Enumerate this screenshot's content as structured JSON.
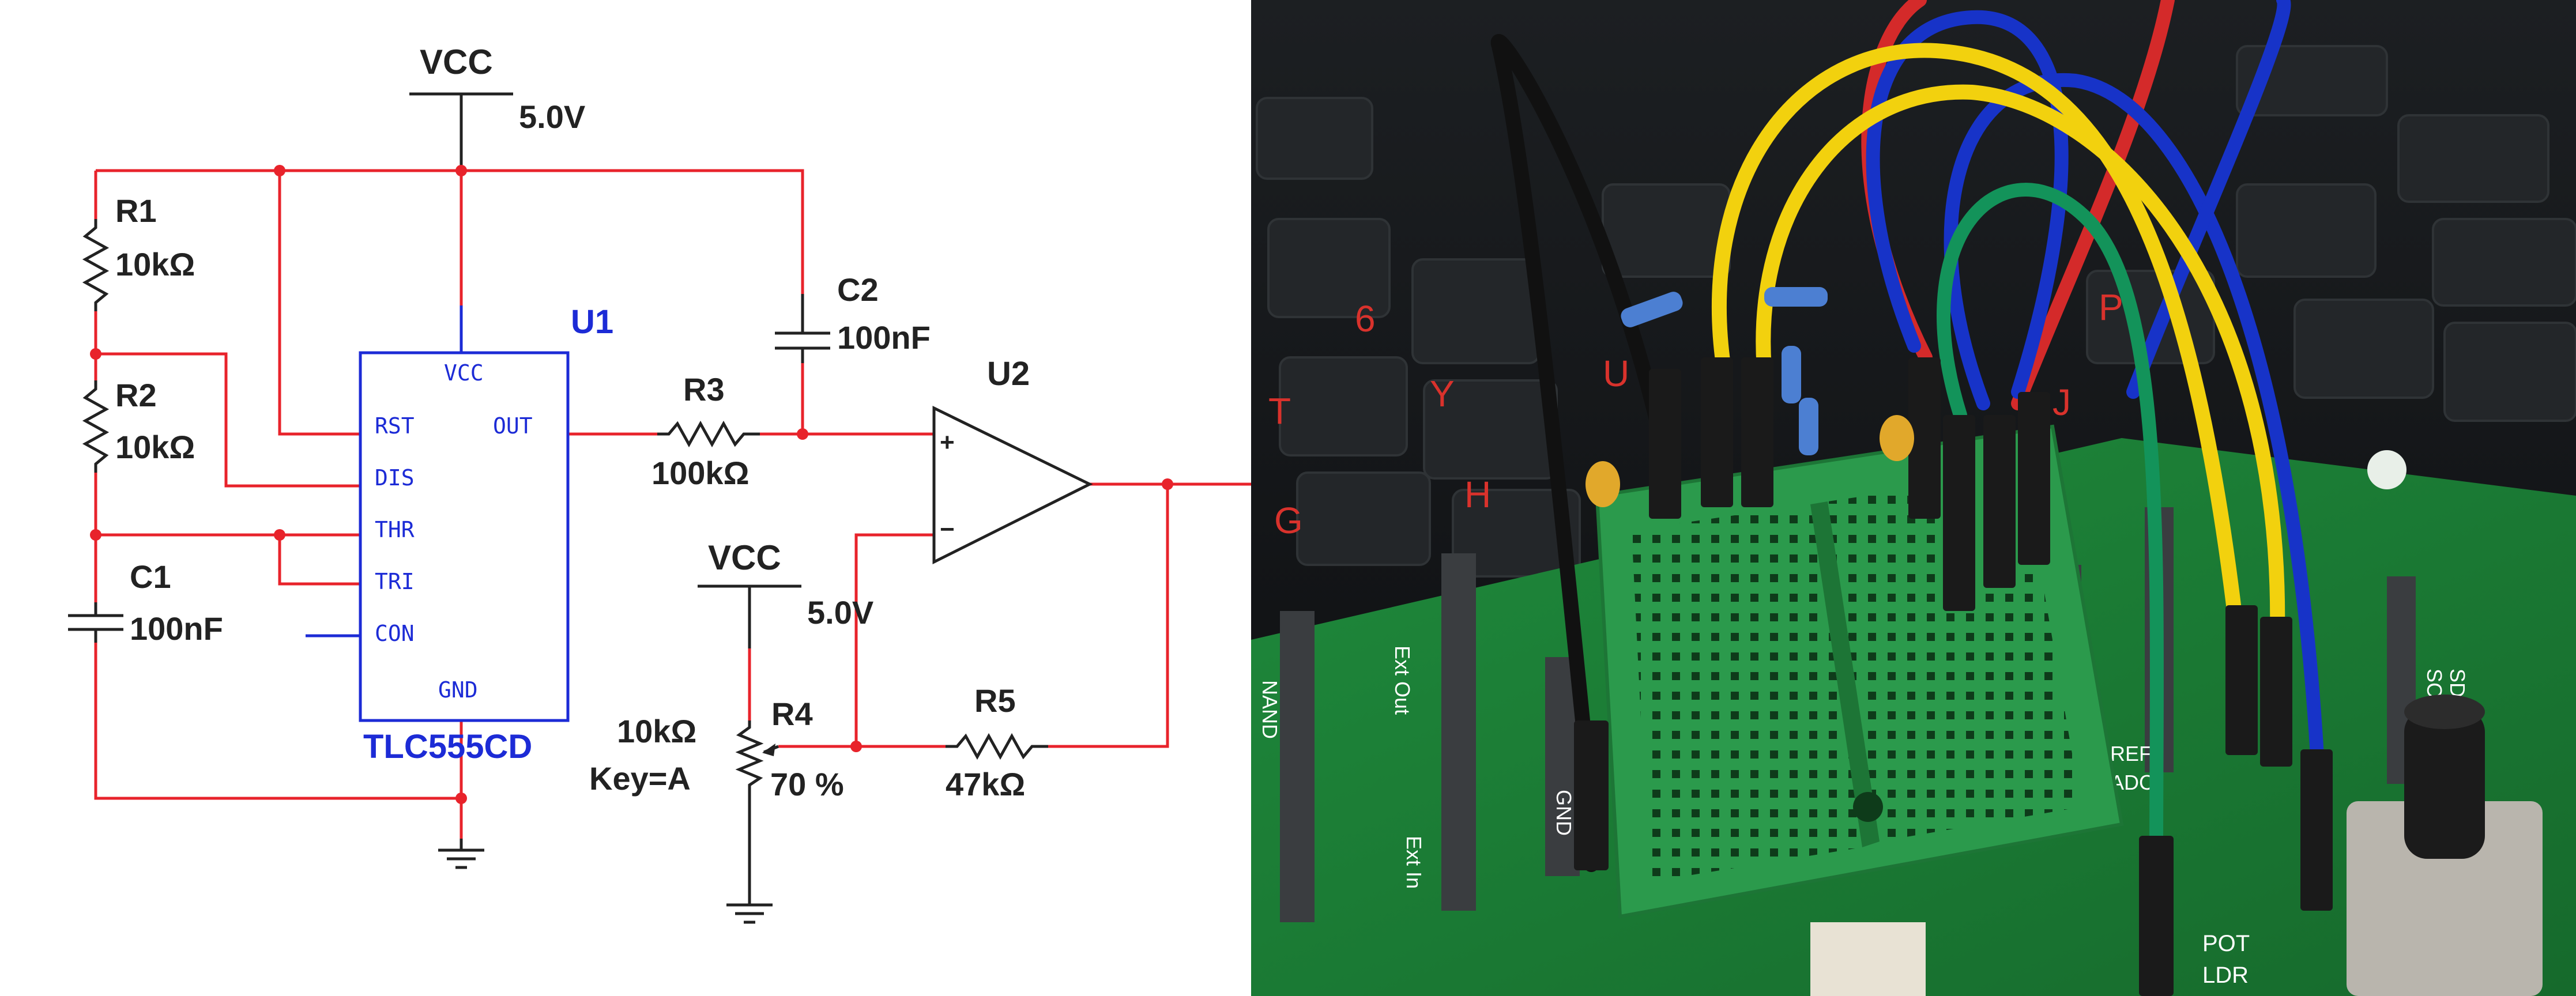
{
  "colors": {
    "wire": "#e8232b",
    "component": "#222222",
    "chip": "#1c2bd6",
    "photo_bg": "#121416",
    "board": "#1f8a3c",
    "breadboard": "#2b9a4c"
  },
  "schematic": {
    "vcc_top": {
      "name": "VCC",
      "voltage": "5.0V"
    },
    "r1": {
      "name": "R1",
      "value": "10kΩ"
    },
    "r2": {
      "name": "R2",
      "value": "10kΩ"
    },
    "c1": {
      "name": "C1",
      "value": "100nF"
    },
    "c2": {
      "name": "C2",
      "value": "100nF"
    },
    "u1": {
      "name": "U1",
      "part": "TLC555CD",
      "pins": {
        "vcc": "VCC",
        "rst": "RST",
        "out": "OUT",
        "dis": "DIS",
        "thr": "THR",
        "tri": "TRI",
        "con": "CON",
        "gnd": "GND"
      }
    },
    "r3": {
      "name": "R3",
      "value": "100kΩ"
    },
    "u2": {
      "name": "U2",
      "plus": "+",
      "minus": "−"
    },
    "vcc_pot": {
      "name": "VCC",
      "voltage": "5.0V"
    },
    "r4": {
      "name": "R4",
      "value": "10kΩ",
      "key": "Key=A",
      "setting": "70 %"
    },
    "r5": {
      "name": "R5",
      "value": "47kΩ"
    }
  },
  "photo": {
    "keycaps": [
      "6",
      "Y",
      "U",
      "T",
      "H",
      "G",
      "P",
      "J"
    ],
    "board_labels": [
      "NAND",
      "Ext Out",
      "Ext In",
      "GND",
      "POT",
      "LDR",
      "REF",
      "ADC",
      "SCL",
      "SDA"
    ]
  }
}
